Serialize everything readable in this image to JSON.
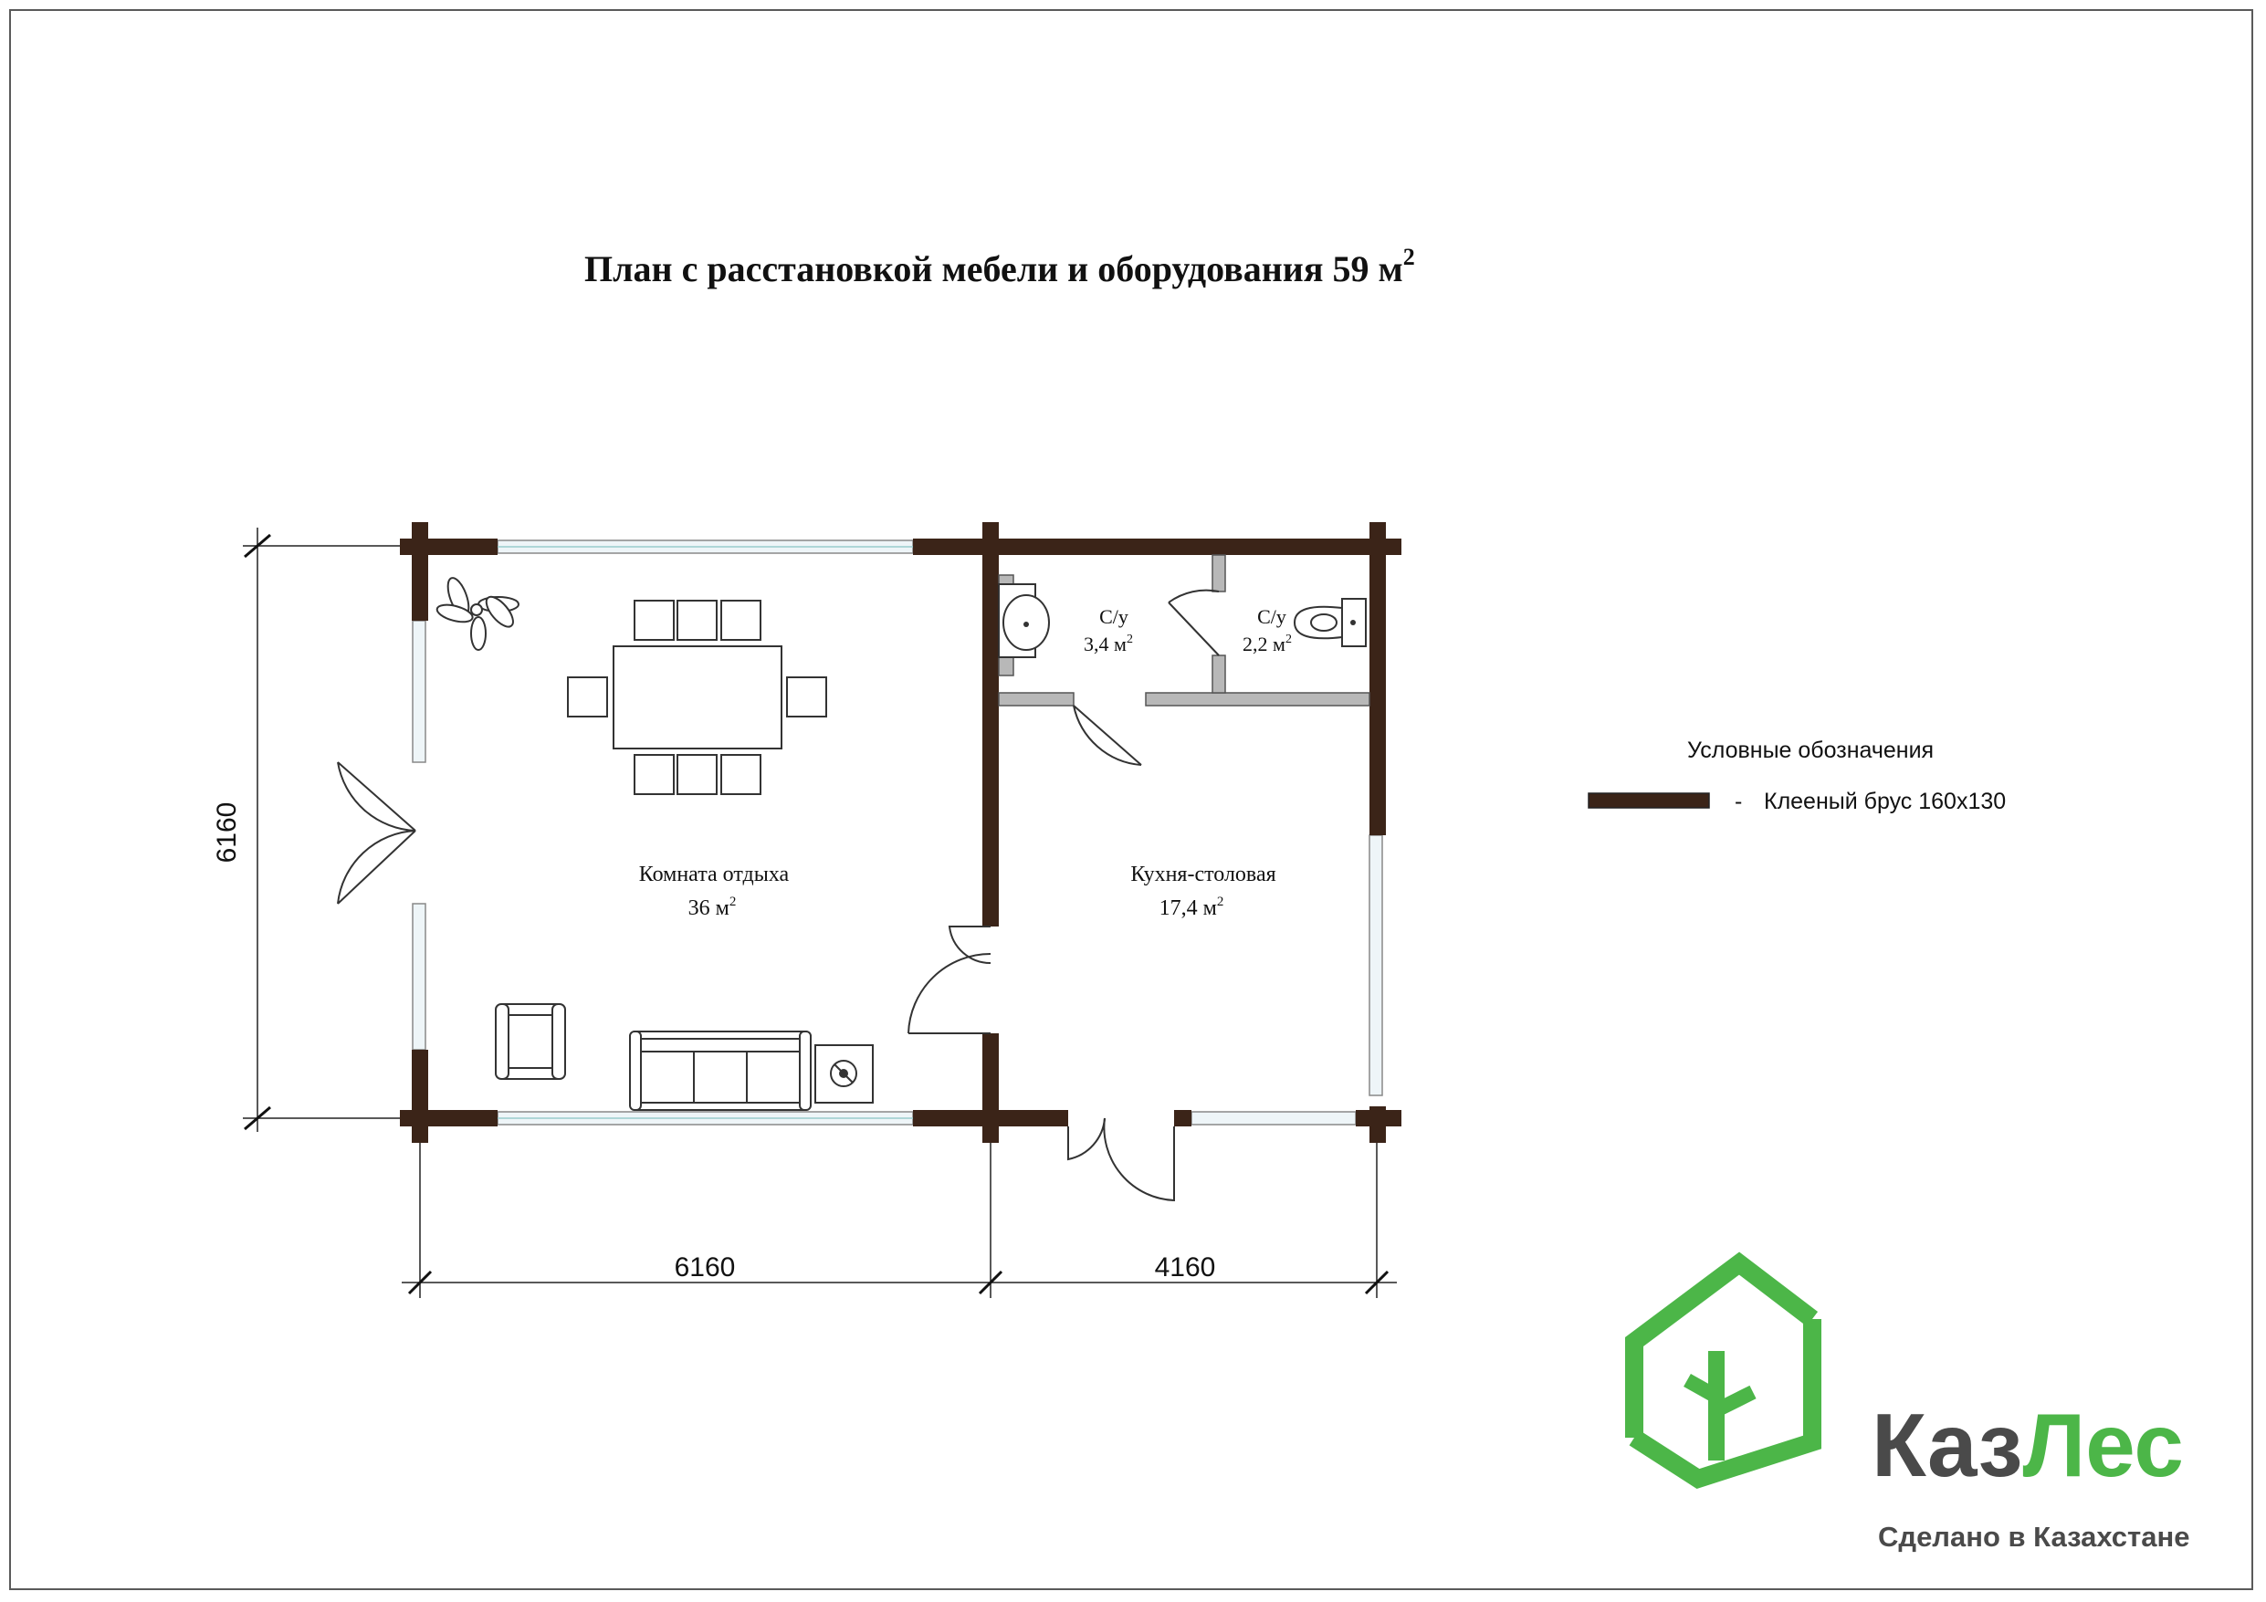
{
  "title": {
    "text": "План с расстановкой мебели и оборудования 59 м",
    "sup": "2"
  },
  "rooms": [
    {
      "name": "Комната отдыха",
      "area": "36 м",
      "sup": "2"
    },
    {
      "name": "Кухня-столовая",
      "area": "17,4 м",
      "sup": "2"
    },
    {
      "name": "С/у",
      "area": "3,4 м",
      "sup": "2"
    },
    {
      "name": "С/у",
      "area": "2,2 м",
      "sup": "2"
    }
  ],
  "dimensions": {
    "height": "6160",
    "width_left": "6160",
    "width_right": "4160"
  },
  "legend": {
    "title": "Условные обозначения",
    "items": [
      {
        "dash": "-",
        "label": "Клееный брус 160х130",
        "color": "#3b2418"
      }
    ]
  },
  "brand": {
    "name_part1": "Каз",
    "name_part2": "Лес",
    "tagline": "Сделано в Казахстане",
    "colors": {
      "green": "#4cb648",
      "dark": "#4a4a4a"
    }
  },
  "colors": {
    "wall": "#3b2418",
    "partition": "#b8b8b8",
    "window": "#eef5f8"
  }
}
